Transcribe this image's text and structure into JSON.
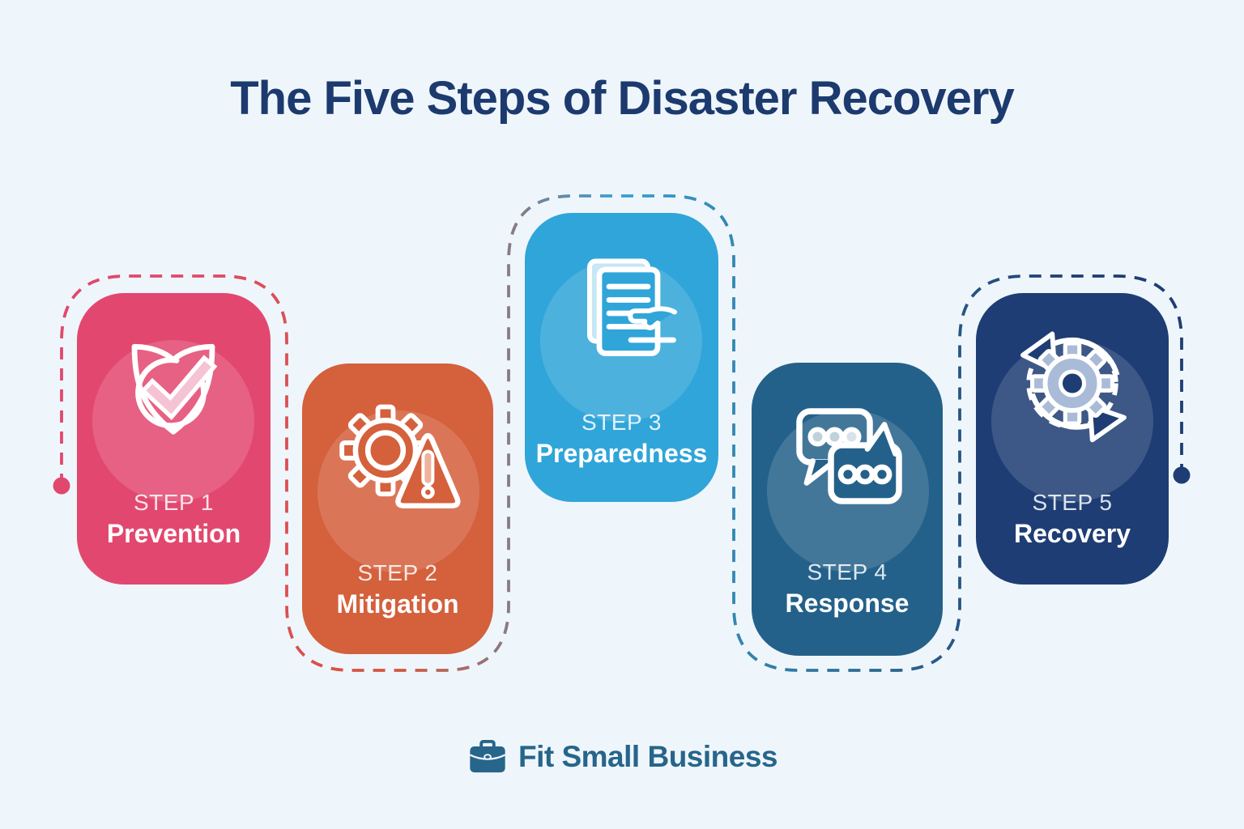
{
  "infographic": {
    "title": "The Five Steps of Disaster Recovery",
    "title_color": "#1c3a6e",
    "background_color": "#eff6fb"
  },
  "steps": [
    {
      "label": "STEP 1",
      "name": "Prevention",
      "color": "#e2486f",
      "dash_color": "#e0486f",
      "icon": "shield-check-icon"
    },
    {
      "label": "STEP 2",
      "name": "Mitigation",
      "color": "#d4603c",
      "dash_color": "#d4573a",
      "icon": "gear-warning-icon"
    },
    {
      "label": "STEP 3",
      "name": "Preparedness",
      "color": "#30a5d9",
      "dash_color": "#3a9fd0",
      "icon": "document-hand-icon"
    },
    {
      "label": "STEP 4",
      "name": "Response",
      "color": "#24618a",
      "dash_color": "#2e6f96",
      "icon": "chat-bubbles-icon"
    },
    {
      "label": "STEP 5",
      "name": "Recovery",
      "color": "#1e3d74",
      "dash_color": "#1e3d74",
      "icon": "gear-cycle-icon"
    }
  ],
  "footer": {
    "brand": "Fit Small Business",
    "brand_color": "#27658b",
    "icon": "briefcase-icon"
  }
}
